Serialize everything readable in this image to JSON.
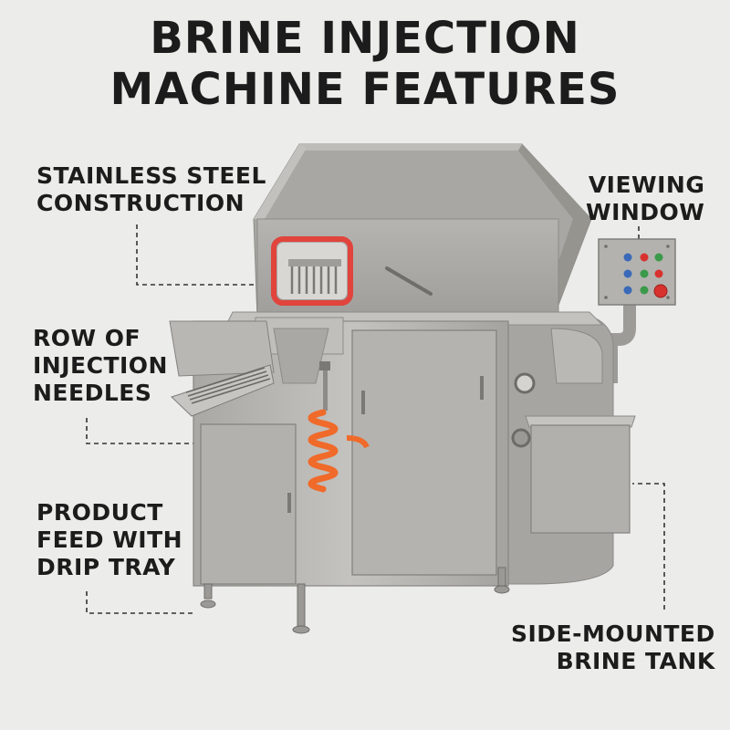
{
  "title": {
    "line1": "BRINE INJECTION",
    "line2": "MACHINE FEATURES"
  },
  "labels": {
    "steel": {
      "line1": "STAINLESS STEEL",
      "line2": "CONSTRUCTION"
    },
    "window": {
      "line1": "VIEWING",
      "line2": "WINDOW"
    },
    "needles": {
      "line1": "ROW OF",
      "line2": "INJECTION",
      "line3": "NEEDLES"
    },
    "feed": {
      "line1": "PRODUCT",
      "line2": "FEED WITH",
      "line3": "DRIP TRAY"
    },
    "tank": {
      "line1": "SIDE-MOUNTED",
      "line2": "BRINE TANK"
    }
  },
  "colors": {
    "steel": "#b9b8b4",
    "window_frame": "#e0443c",
    "hose": "#f06a2a",
    "button_red": "#d8322e",
    "button_green": "#3a9a4a",
    "button_blue": "#3a6ab8"
  }
}
